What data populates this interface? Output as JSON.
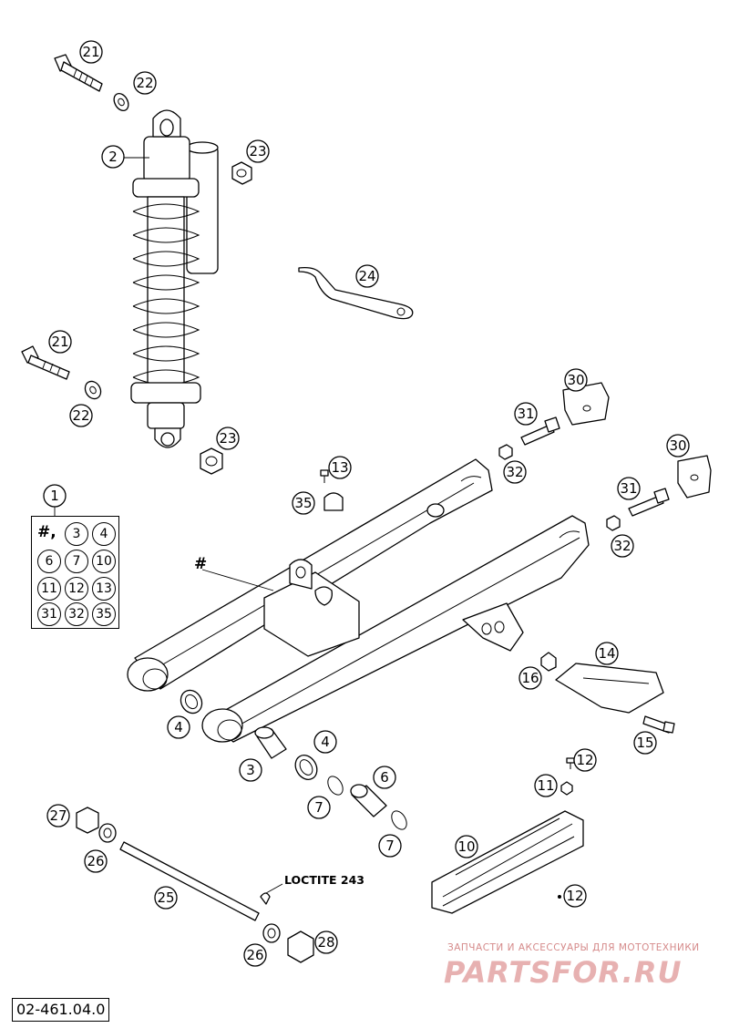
{
  "diagram": {
    "doc_number": "02-461.04.0",
    "note": "LOCTITE 243",
    "kit": {
      "label": "1",
      "hash": "#,",
      "members": [
        "3",
        "4",
        "6",
        "7",
        "10",
        "11",
        "12",
        "13",
        "31",
        "32",
        "35"
      ]
    },
    "frame_marker": "#",
    "callouts": [
      "21",
      "22",
      "2",
      "23",
      "24",
      "21",
      "22",
      "23",
      "13",
      "35",
      "31",
      "32",
      "30",
      "30",
      "31",
      "32",
      "14",
      "16",
      "15",
      "4",
      "4",
      "3",
      "6",
      "7",
      "7",
      "12",
      "11",
      "10",
      "12",
      "27",
      "26",
      "25",
      "26",
      "28"
    ]
  },
  "watermark": {
    "caption": "ЗАПЧАСТИ И АКСЕССУАРЫ ДЛЯ МОТОТЕХНИКИ",
    "brand": "PARTSFOR.RU"
  }
}
